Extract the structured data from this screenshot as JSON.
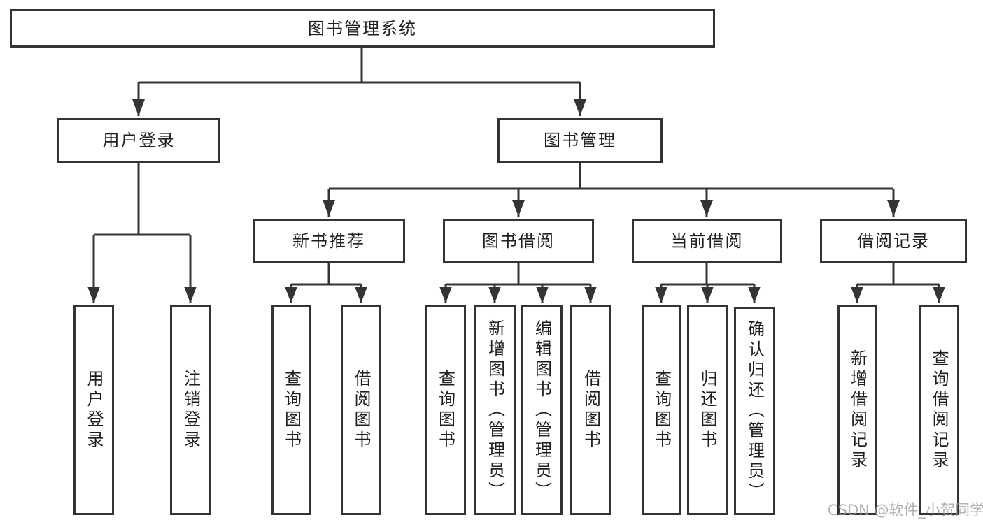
{
  "diagram": {
    "title_node": "图书管理系统",
    "nodes": {
      "root": {
        "label": "图书管理系统"
      },
      "user_login": {
        "label": "用户登录"
      },
      "book_mgmt": {
        "label": "图书管理"
      },
      "new_book": {
        "label": "新书推荐"
      },
      "book_borrow": {
        "label": "图书借阅"
      },
      "current_borrow": {
        "label": "当前借阅"
      },
      "borrow_records": {
        "label": "借阅记录"
      },
      "leaf_user_login": {
        "label": "用户登录"
      },
      "leaf_logout": {
        "label": "注销登录"
      },
      "leaf_nb_query": {
        "label": "查询图书"
      },
      "leaf_nb_borrow": {
        "label": "借阅图书"
      },
      "leaf_bb_query": {
        "label": "查询图书"
      },
      "leaf_bb_add": {
        "label": "新增图书（管理员）"
      },
      "leaf_bb_edit": {
        "label": "编辑图书（管理员）"
      },
      "leaf_bb_borrow": {
        "label": "借阅图书"
      },
      "leaf_cb_query": {
        "label": "查询图书"
      },
      "leaf_cb_return": {
        "label": "归还图书"
      },
      "leaf_cb_confirm": {
        "label": "确认归还（管理员）"
      },
      "leaf_rec_add": {
        "label": "新增借阅记录"
      },
      "leaf_rec_query": {
        "label": "查询借阅记录"
      }
    },
    "line_color": "#343434",
    "watermark": {
      "text": "CSDN @软件_小贺同学"
    }
  }
}
